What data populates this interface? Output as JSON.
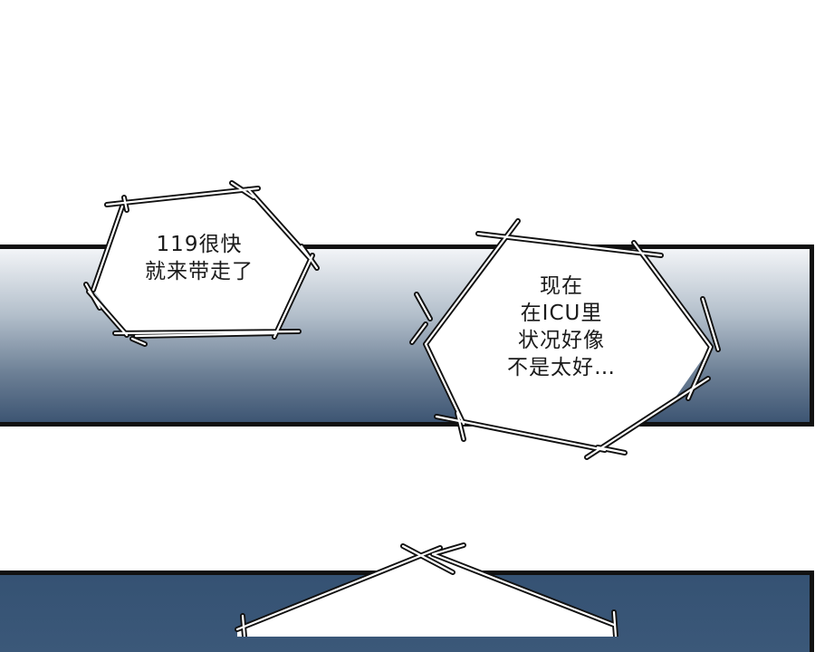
{
  "panels": [
    {
      "name": "panel-top",
      "style": "gradient light-to-navy"
    },
    {
      "name": "panel-bottom",
      "style": "solid navy"
    }
  ],
  "bubbles": [
    {
      "shape": "jagged-hexagon",
      "lines": [
        "119很快",
        "就来带走了"
      ]
    },
    {
      "shape": "jagged-hexagon",
      "lines": [
        "现在",
        "在ICU里",
        "状况好像",
        "不是太好…"
      ]
    },
    {
      "shape": "jagged-hexagon",
      "lines": []
    }
  ],
  "colors": {
    "panel_border": "#111111",
    "gradient_top": "#f2f4f7",
    "gradient_bottom": "#3d5573",
    "bottom_panel": "#355273",
    "bubble_fill": "#ffffff",
    "bubble_stroke": "#111111",
    "text": "#1a1a1a"
  }
}
